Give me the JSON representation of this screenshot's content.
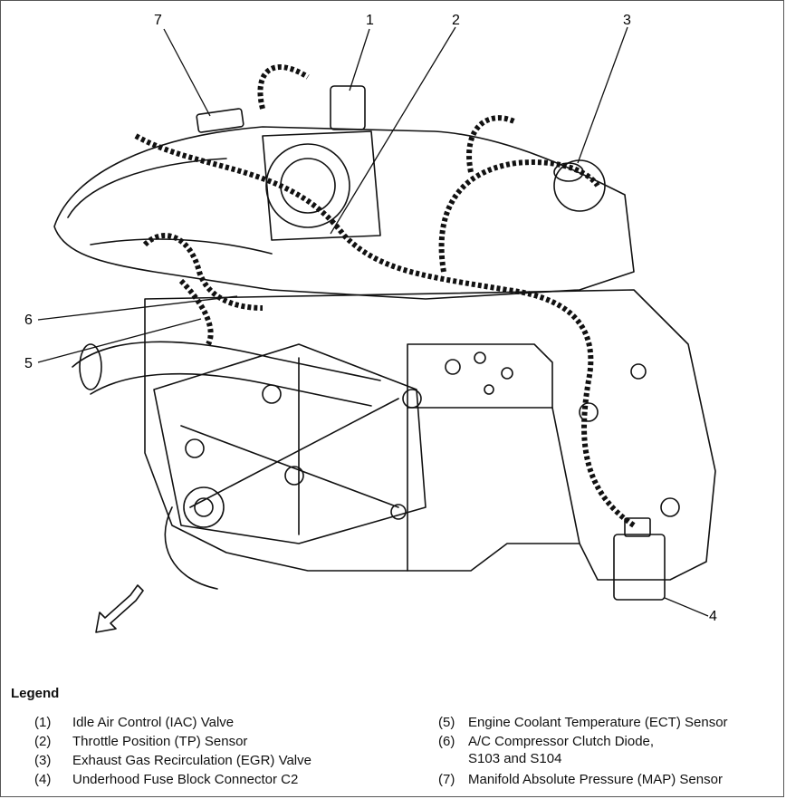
{
  "callouts": [
    "1",
    "2",
    "3",
    "4",
    "5",
    "6",
    "7"
  ],
  "legend": {
    "title": "Legend",
    "items": [
      {
        "num": "(1)",
        "text": "Idle Air Control (IAC) Valve"
      },
      {
        "num": "(2)",
        "text": "Throttle Position (TP) Sensor"
      },
      {
        "num": "(3)",
        "text": "Exhaust Gas Recirculation (EGR) Valve"
      },
      {
        "num": "(4)",
        "text": "Underhood Fuse Block Connector C2"
      },
      {
        "num": "(5)",
        "text": "Engine Coolant Temperature (ECT) Sensor"
      },
      {
        "num": "(6)",
        "text": "A/C Compressor Clutch Diode,",
        "text2": "S103 and S104"
      },
      {
        "num": "(7)",
        "text": "Manifold Absolute Pressure (MAP) Sensor"
      }
    ]
  }
}
